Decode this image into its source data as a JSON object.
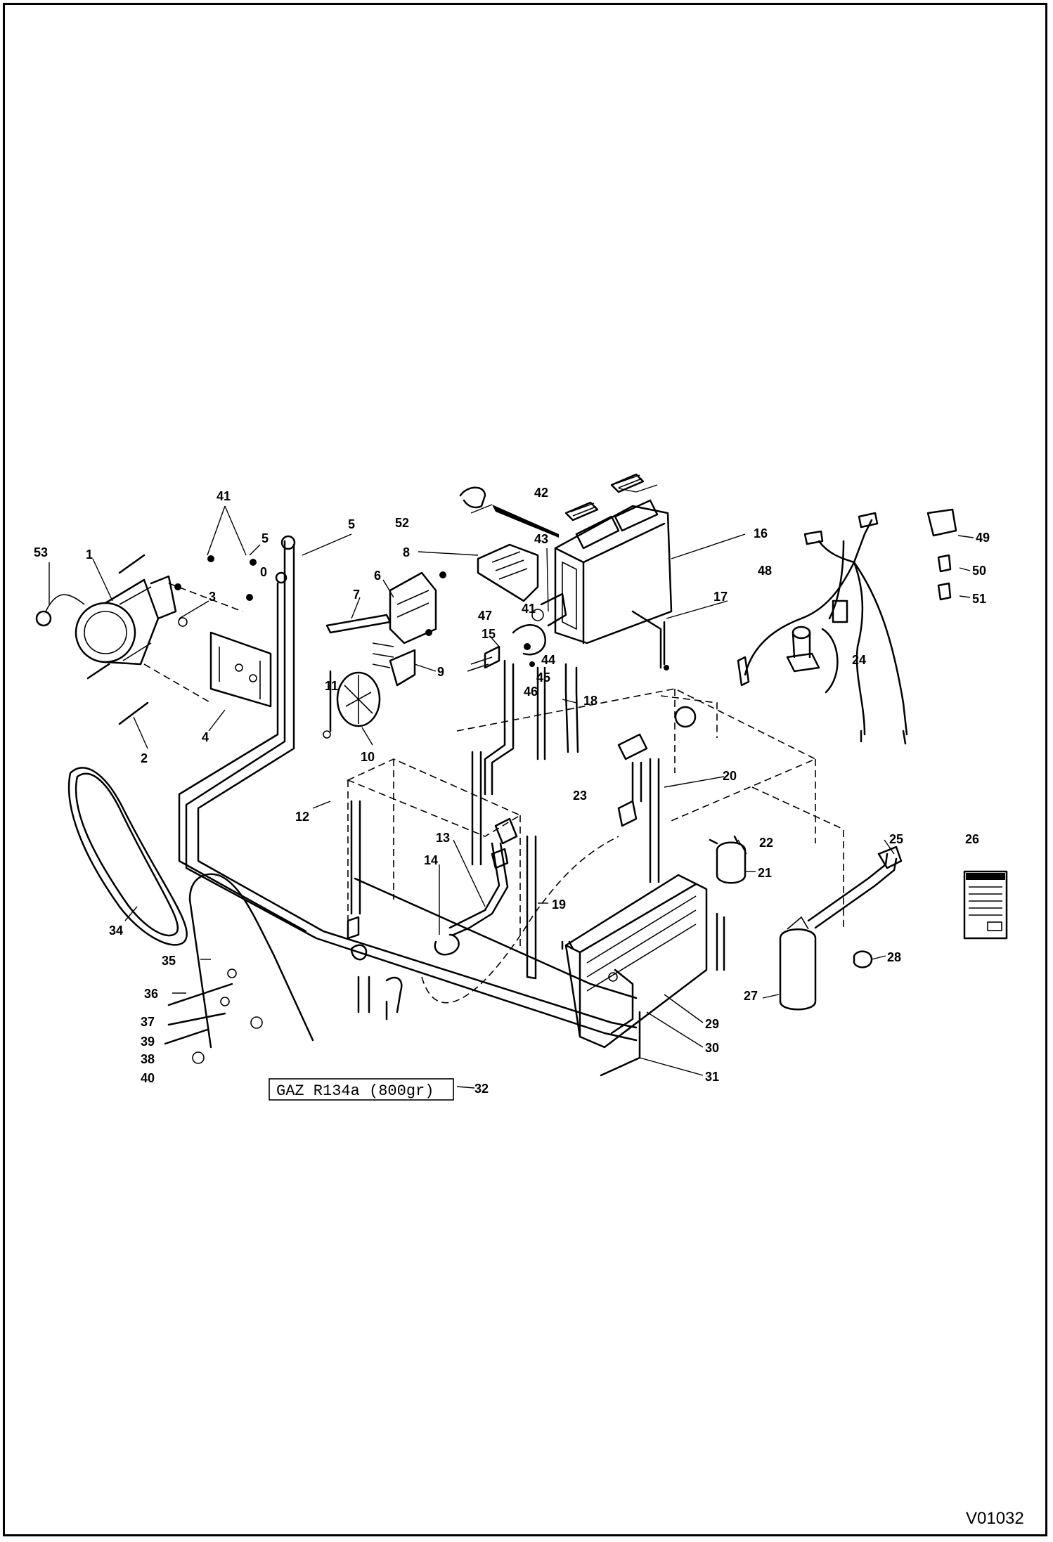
{
  "callouts": {
    "c1": "1",
    "c2": "2",
    "c3": "3",
    "c4": "4",
    "c5a": "5",
    "c5b": "5",
    "c6": "6",
    "c7": "7",
    "c8": "8",
    "c9": "9",
    "c10": "10",
    "c11": "11",
    "c12": "12",
    "c13": "13",
    "c14": "14",
    "c15": "15",
    "c16": "16",
    "c17": "17",
    "c18": "18",
    "c19": "19",
    "c20": "20",
    "c21": "21",
    "c22": "22",
    "c23": "23",
    "c24": "24",
    "c25": "25",
    "c26": "26",
    "c27": "27",
    "c28": "28",
    "c29": "29",
    "c30": "30",
    "c31": "31",
    "c32": "32",
    "c34": "34",
    "c35": "35",
    "c36": "36",
    "c37": "37",
    "c38": "38",
    "c39": "39",
    "c40": "40",
    "c41a": "41",
    "c41b": "41",
    "c42": "42",
    "c43": "43",
    "c44": "44",
    "c45": "45",
    "c46": "46",
    "c47": "47",
    "c48": "48",
    "c49": "49",
    "c50": "50",
    "c51": "51",
    "c52": "52",
    "c53": "53",
    "washer_mark": "0"
  },
  "gas_label": "GAZ R134a (800gr)",
  "sheet_id": "V01032"
}
